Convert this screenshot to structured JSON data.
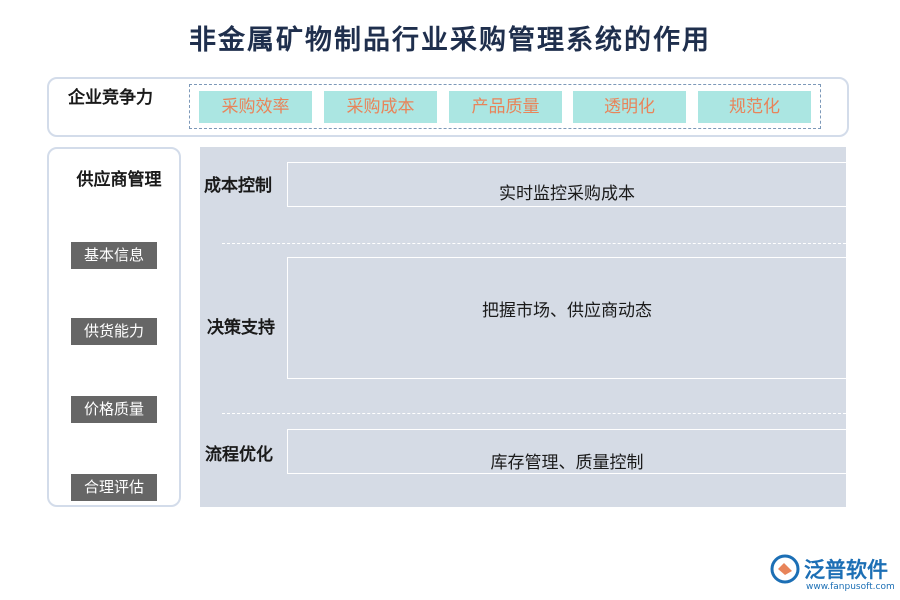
{
  "title": "非金属矿物制品行业采购管理系统的作用",
  "top_panel": {
    "label": "企业竞争力",
    "chips": [
      "采购效率",
      "采购成本",
      "产品质量",
      "透明化",
      "规范化"
    ]
  },
  "left_panel": {
    "title": "供应商管理",
    "items": [
      "基本信息",
      "供货能力",
      "价格质量",
      "合理评估"
    ]
  },
  "sections": [
    {
      "label": "成本控制",
      "content": "实时监控采购成本"
    },
    {
      "label": "决策支持",
      "content": "把握市场、供应商动态"
    },
    {
      "label": "流程优化",
      "content": "库存管理、质量控制"
    }
  ],
  "brand": {
    "name": "泛普软件",
    "url": "www.fanpusoft.com",
    "color": "#1c6fb5"
  }
}
